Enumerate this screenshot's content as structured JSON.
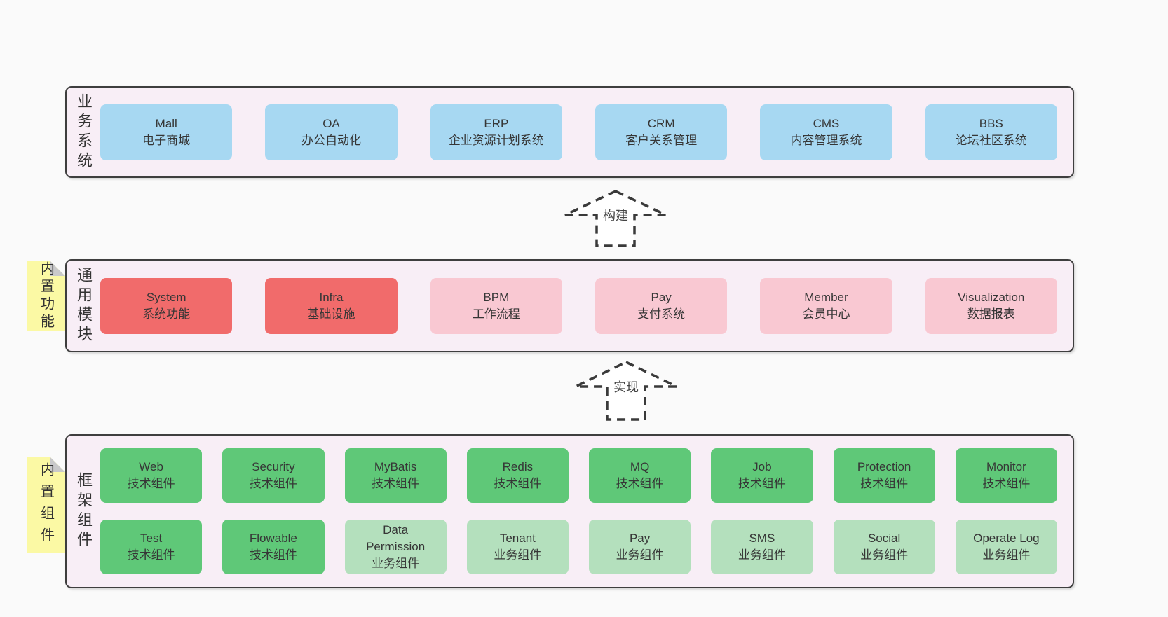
{
  "colors": {
    "page_bg": "#fafafa",
    "band_bg": "#f8eef6",
    "band_border": "#3e3e3e",
    "blue_box": "#a7d8f2",
    "red_box": "#f16b6b",
    "pink_box": "#f9c8d2",
    "green_box": "#5fc878",
    "light_green_box": "#b4e0bd",
    "sticky_yellow": "#fbf9a4",
    "sticky_fold_gray": "#c9c9ca",
    "text": "#363636"
  },
  "arrows": [
    {
      "label": "构建"
    },
    {
      "label": "实现"
    }
  ],
  "bands": [
    {
      "id": "business-systems",
      "side_label": "业务系统",
      "sticky": null,
      "rows": [
        [
          {
            "title": "Mall",
            "subtitle": "电子商城",
            "variant": "blue"
          },
          {
            "title": "OA",
            "subtitle": "办公自动化",
            "variant": "blue"
          },
          {
            "title": "ERP",
            "subtitle": "企业资源计划系统",
            "variant": "blue"
          },
          {
            "title": "CRM",
            "subtitle": "客户关系管理",
            "variant": "blue"
          },
          {
            "title": "CMS",
            "subtitle": "内容管理系统",
            "variant": "blue"
          },
          {
            "title": "BBS",
            "subtitle": "论坛社区系统",
            "variant": "blue"
          }
        ]
      ]
    },
    {
      "id": "common-modules",
      "side_label": "通用模块",
      "sticky": "内置功能",
      "rows": [
        [
          {
            "title": "System",
            "subtitle": "系统功能",
            "variant": "red"
          },
          {
            "title": "Infra",
            "subtitle": "基础设施",
            "variant": "red"
          },
          {
            "title": "BPM",
            "subtitle": "工作流程",
            "variant": "pink"
          },
          {
            "title": "Pay",
            "subtitle": "支付系统",
            "variant": "pink"
          },
          {
            "title": "Member",
            "subtitle": "会员中心",
            "variant": "pink"
          },
          {
            "title": "Visualization",
            "subtitle": "数据报表",
            "variant": "pink"
          }
        ]
      ]
    },
    {
      "id": "framework-components",
      "side_label": "框架组件",
      "sticky": "内置组件",
      "rows": [
        [
          {
            "title": "Web",
            "subtitle": "技术组件",
            "variant": "green"
          },
          {
            "title": "Security",
            "subtitle": "技术组件",
            "variant": "green"
          },
          {
            "title": "MyBatis",
            "subtitle": "技术组件",
            "variant": "green"
          },
          {
            "title": "Redis",
            "subtitle": "技术组件",
            "variant": "green"
          },
          {
            "title": "MQ",
            "subtitle": "技术组件",
            "variant": "green"
          },
          {
            "title": "Job",
            "subtitle": "技术组件",
            "variant": "green"
          },
          {
            "title": "Protection",
            "subtitle": "技术组件",
            "variant": "green"
          },
          {
            "title": "Monitor",
            "subtitle": "技术组件",
            "variant": "green"
          }
        ],
        [
          {
            "title": "Test",
            "subtitle": "技术组件",
            "variant": "green"
          },
          {
            "title": "Flowable",
            "subtitle": "技术组件",
            "variant": "green"
          },
          {
            "title": "Data Permission",
            "subtitle": "业务组件",
            "variant": "lightgreen"
          },
          {
            "title": "Tenant",
            "subtitle": "业务组件",
            "variant": "lightgreen"
          },
          {
            "title": "Pay",
            "subtitle": "业务组件",
            "variant": "lightgreen"
          },
          {
            "title": "SMS",
            "subtitle": "业务组件",
            "variant": "lightgreen"
          },
          {
            "title": "Social",
            "subtitle": "业务组件",
            "variant": "lightgreen"
          },
          {
            "title": "Operate Log",
            "subtitle": "业务组件",
            "variant": "lightgreen"
          }
        ]
      ]
    }
  ]
}
